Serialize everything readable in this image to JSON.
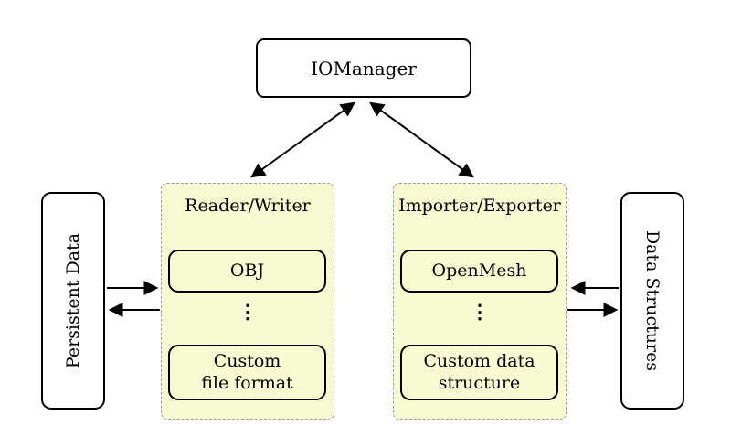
{
  "diagram": {
    "background": "#ffffff",
    "colors": {
      "container_fill": "#FAFAD2",
      "container_border": "#9b9b9b",
      "box_border": "#000000",
      "arrow": "#000000"
    },
    "glyphs": {
      "vertical_ellipsis": "⋮"
    },
    "io_manager": {
      "label": "IOManager"
    },
    "reader_writer": {
      "label": "Reader/Writer",
      "items": [
        {
          "lines": [
            "OBJ",
            ""
          ]
        },
        {
          "lines": [
            "Custom",
            "file format"
          ]
        }
      ]
    },
    "importer_exporter": {
      "label": "Importer/Exporter",
      "items": [
        {
          "lines": [
            "OpenMesh",
            ""
          ]
        },
        {
          "lines": [
            "Custom data",
            "structure"
          ]
        }
      ]
    },
    "persistent_data": {
      "label": "Persistent Data"
    },
    "data_structures": {
      "label": "Data Structures"
    }
  }
}
